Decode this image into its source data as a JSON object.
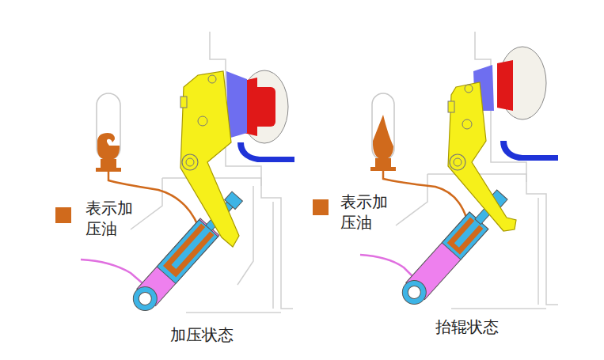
{
  "diagram": {
    "labels": [
      "加压状态",
      "抬辊状态"
    ],
    "legend": [
      {
        "text": "表示加压油",
        "color": "#d06a1c"
      },
      {
        "text": "表示加压油",
        "color": "#d06a1c"
      }
    ]
  }
}
